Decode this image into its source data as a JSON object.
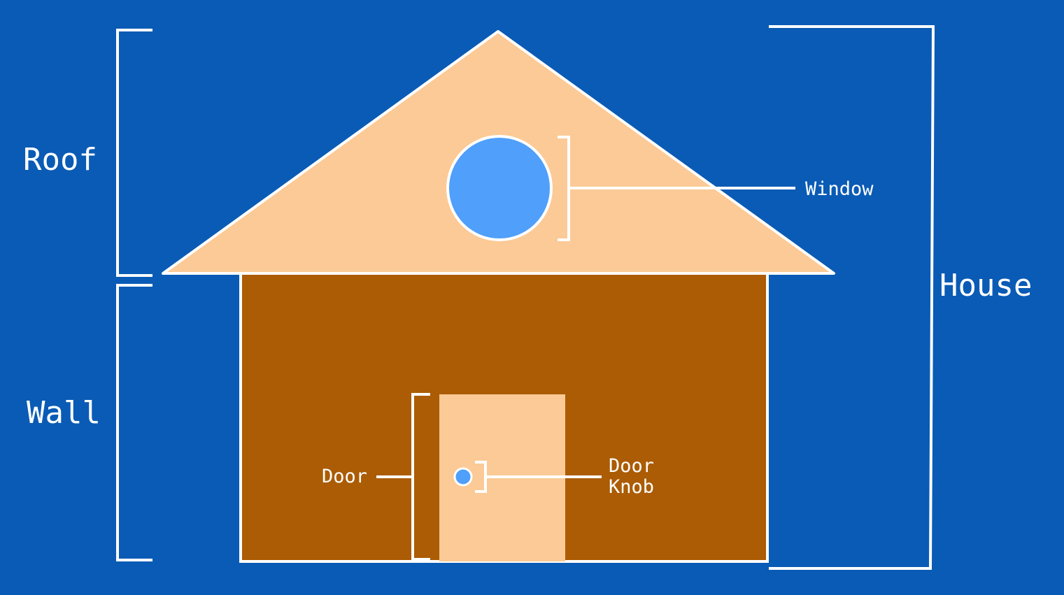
{
  "labels": {
    "roof": "Roof",
    "wall": "Wall",
    "house": "House",
    "window": "Window",
    "door": "Door",
    "door_knob_line1": "Door",
    "door_knob_line2": "Knob"
  },
  "colors": {
    "background": "#0a5bb5",
    "roof": "#fbca96",
    "wall": "#ab5c04",
    "door": "#fbca96",
    "window": "#4f9ffb",
    "door_knob": "#4f9ffb",
    "lines": "#ffffff"
  }
}
